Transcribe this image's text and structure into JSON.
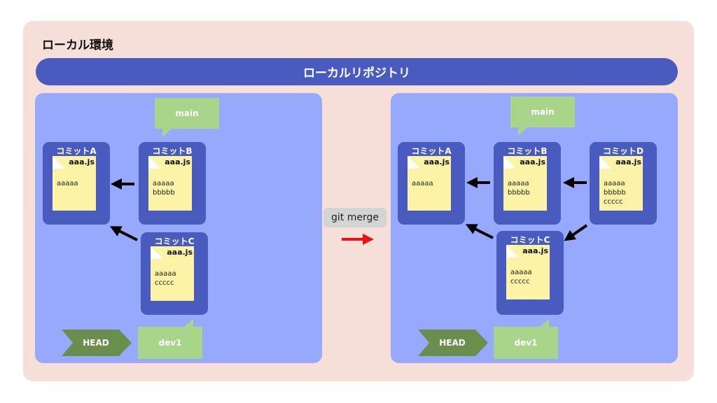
{
  "environment": {
    "title": "ローカル環境"
  },
  "repository": {
    "label": "ローカルリポジトリ"
  },
  "left": {
    "commits": {
      "A": {
        "title": "コミットA",
        "file": "aaa.js",
        "lines": [
          "aaaaa"
        ]
      },
      "B": {
        "title": "コミットB",
        "file": "aaa.js",
        "lines": [
          "aaaaa",
          "bbbbb"
        ]
      },
      "C": {
        "title": "コミットC",
        "file": "aaa.js",
        "lines": [
          "aaaaa",
          "ccccc"
        ]
      }
    },
    "branches": {
      "main": "main",
      "dev1": "dev1",
      "head": "HEAD"
    }
  },
  "operation": {
    "label": "git merge"
  },
  "right": {
    "commits": {
      "A": {
        "title": "コミットA",
        "file": "aaa.js",
        "lines": [
          "aaaaa"
        ]
      },
      "B": {
        "title": "コミットB",
        "file": "aaa.js",
        "lines": [
          "aaaaa",
          "bbbbb"
        ]
      },
      "C": {
        "title": "コミットC",
        "file": "aaa.js",
        "lines": [
          "aaaaa",
          "ccccc"
        ]
      },
      "D": {
        "title": "コミットD",
        "file": "aaa.js",
        "lines": [
          "aaaaa",
          "bbbbb",
          "ccccc"
        ]
      }
    },
    "branches": {
      "main": "main",
      "dev1": "dev1",
      "head": "HEAD"
    }
  },
  "colors": {
    "environment_bg": "#f5dfd8",
    "repository_bar": "#4a5bbf",
    "panel_bg": "#97a9fc",
    "commit_bg": "#4a5bbf",
    "file_bg": "#fcf3a7",
    "branch_bg": "#a8d58a",
    "head_bg": "#6a8f4d",
    "merge_arrow": "#ee1111"
  }
}
